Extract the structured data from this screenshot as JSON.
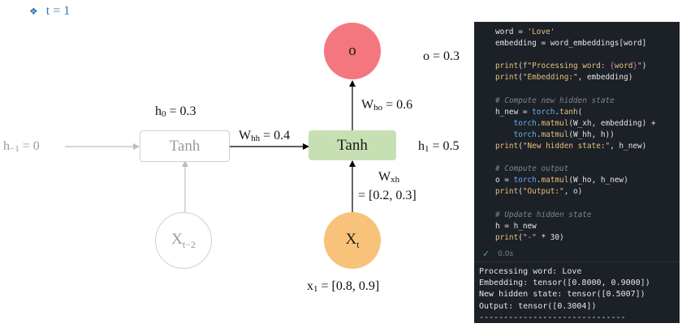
{
  "title": {
    "bullet": "❖",
    "text": "t = 1"
  },
  "diagram": {
    "prev_cell": {
      "label": "Tanh",
      "h_in_label": "h",
      "h_in_sub": "−1",
      "h_in_value": "= 0",
      "h_out_label": "h",
      "h_out_sub": "0",
      "h_out_value": "= 0.3"
    },
    "prev_input": {
      "label": "X",
      "sub": "t−2"
    },
    "cur_cell": {
      "label": "Tanh"
    },
    "w_hh": {
      "label": "W",
      "sub": "hh",
      "value": "= 0.4"
    },
    "w_ho": {
      "label": "W",
      "sub": "ho",
      "value": "= 0.6"
    },
    "h1": {
      "label": "h",
      "sub": "1",
      "value": "= 0.5"
    },
    "w_xh": {
      "label": "W",
      "sub": "xh",
      "value": "= [0.2, 0.3]"
    },
    "input": {
      "label": "X",
      "sub": "t"
    },
    "x1": {
      "label": "x",
      "sub": "1",
      "value": "= [0.8, 0.9]"
    },
    "output": {
      "label": "o",
      "value_label": "o = 0.3"
    },
    "colors": {
      "tanh_fill": "#c6e0b4",
      "output_fill": "#f4777f",
      "input_fill": "#f8c27a",
      "grey": "#bdbdbd"
    }
  },
  "code": {
    "lines": [
      [
        {
          "t": "word = "
        },
        {
          "t": "'Love'",
          "c": "c-str"
        }
      ],
      [
        {
          "t": "embedding = word_embeddings[word]"
        }
      ],
      [
        {
          "t": ""
        }
      ],
      [
        {
          "t": "print",
          "c": "c-fn"
        },
        {
          "t": "("
        },
        {
          "t": "f\"Processing word: ",
          "c": "c-str"
        },
        {
          "t": "{",
          "c": "c-br"
        },
        {
          "t": "word",
          "c": "c-wd"
        },
        {
          "t": "}",
          "c": "c-br"
        },
        {
          "t": "\"",
          "c": "c-str"
        },
        {
          "t": ")"
        }
      ],
      [
        {
          "t": "print",
          "c": "c-fn"
        },
        {
          "t": "("
        },
        {
          "t": "\"Embedding:\"",
          "c": "c-str"
        },
        {
          "t": ", embedding)"
        }
      ],
      [
        {
          "t": ""
        }
      ],
      [
        {
          "t": "# Compute new hidden state",
          "c": "c-cm"
        }
      ],
      [
        {
          "t": "h_new = "
        },
        {
          "t": "torch",
          "c": "c-kw"
        },
        {
          "t": "."
        },
        {
          "t": "tanh",
          "c": "c-fn"
        },
        {
          "t": "("
        }
      ],
      [
        {
          "t": "    "
        },
        {
          "t": "torch",
          "c": "c-kw"
        },
        {
          "t": "."
        },
        {
          "t": "matmul",
          "c": "c-fn"
        },
        {
          "t": "(W_xh, embedding) +"
        }
      ],
      [
        {
          "t": "    "
        },
        {
          "t": "torch",
          "c": "c-kw"
        },
        {
          "t": "."
        },
        {
          "t": "matmul",
          "c": "c-fn"
        },
        {
          "t": "(W_hh, h))"
        }
      ],
      [
        {
          "t": "print",
          "c": "c-fn"
        },
        {
          "t": "("
        },
        {
          "t": "\"New hidden state:\"",
          "c": "c-str"
        },
        {
          "t": ", h_new)"
        }
      ],
      [
        {
          "t": ""
        }
      ],
      [
        {
          "t": "# Compute output",
          "c": "c-cm"
        }
      ],
      [
        {
          "t": "o = "
        },
        {
          "t": "torch",
          "c": "c-kw"
        },
        {
          "t": "."
        },
        {
          "t": "matmul",
          "c": "c-fn"
        },
        {
          "t": "(W_ho, h_new)"
        }
      ],
      [
        {
          "t": "print",
          "c": "c-fn"
        },
        {
          "t": "("
        },
        {
          "t": "\"Output:\"",
          "c": "c-str"
        },
        {
          "t": ", o)"
        }
      ],
      [
        {
          "t": ""
        }
      ],
      [
        {
          "t": "# Update hidden state",
          "c": "c-cm"
        }
      ],
      [
        {
          "t": "h = h_new"
        }
      ],
      [
        {
          "t": "print",
          "c": "c-fn"
        },
        {
          "t": "("
        },
        {
          "t": "\"-\"",
          "c": "c-str"
        },
        {
          "t": " * 30)"
        }
      ]
    ],
    "status_time": "0.0s",
    "output_lines": [
      "Processing word: Love",
      "Embedding: tensor([0.8000, 0.9000])",
      "New hidden state: tensor([0.5007])",
      "Output: tensor([0.3004])",
      "------------------------------"
    ]
  }
}
